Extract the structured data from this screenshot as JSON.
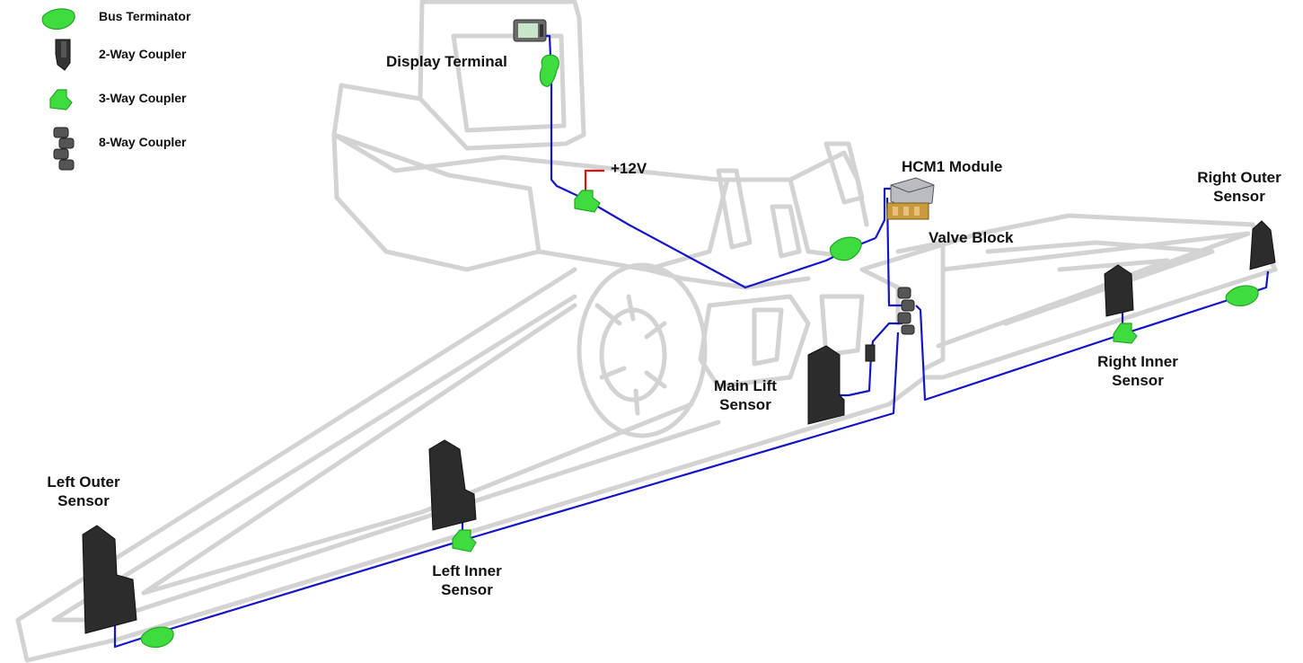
{
  "legend": {
    "bus_terminator": "Bus Terminator",
    "two_way": "2-Way Coupler",
    "three_way": "3-Way Coupler",
    "eight_way": "8-Way Coupler"
  },
  "labels": {
    "display_terminal": "Display Terminal",
    "power": "+12V",
    "hcm1_module": "HCM1 Module",
    "valve_block": "Valve Block",
    "right_outer_1": "Right Outer",
    "right_outer_2": "Sensor",
    "right_inner_1": "Right Inner",
    "right_inner_2": "Sensor",
    "main_lift_1": "Main Lift",
    "main_lift_2": "Sensor",
    "left_outer_1": "Left Outer",
    "left_outer_2": "Sensor",
    "left_inner_1": "Left Inner",
    "left_inner_2": "Sensor"
  },
  "colors": {
    "wire": "#1515c8",
    "power_wire": "#e01010",
    "coupler_green": "#3fdc3f",
    "sensor_dark": "#2c2c2c",
    "outline_grey": "#d3d3d3"
  },
  "icons": [
    "bus-terminator-icon",
    "two-way-coupler-icon",
    "three-way-coupler-icon",
    "eight-way-coupler-icon",
    "display-terminal-icon",
    "hcm1-module-icon",
    "valve-block-icon",
    "sensor-icon"
  ]
}
